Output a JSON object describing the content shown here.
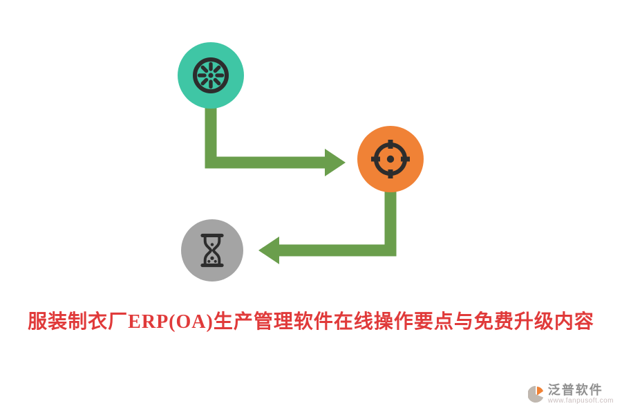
{
  "title": {
    "text": "服装制衣厂ERP(OA)生产管理软件在线操作要点与免费升级内容",
    "color": "#e03a3a"
  },
  "flow": {
    "arrow_color": "#6a9e4c",
    "icon_color": "#2d2d2d",
    "nodes": [
      {
        "label": "kiwi-slice",
        "icon": "kiwi-slice-icon",
        "bg": "#3fc6a5"
      },
      {
        "label": "target",
        "icon": "target-icon",
        "bg": "#f08236"
      },
      {
        "label": "hourglass",
        "icon": "hourglass-icon",
        "bg": "#a4a4a4"
      }
    ]
  },
  "watermark": {
    "brand": "泛普软件",
    "url": "www.fanpusoft.com",
    "brand_color": "#8f8f8f",
    "url_color": "#c9bdbd",
    "logo_body_color": "#c0b8b0",
    "logo_accent_color": "#f08236"
  }
}
